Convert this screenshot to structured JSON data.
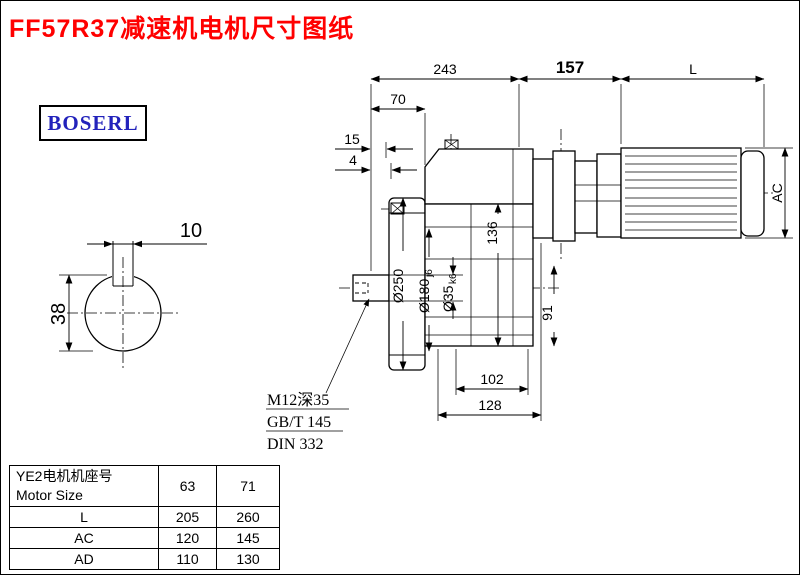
{
  "page": {
    "title": "FF57R37减速机电机尺寸图纸",
    "brand": "BOSERL"
  },
  "colors": {
    "title_red": "#ff0000",
    "brand_blue": "#2222bb",
    "line_black": "#000000"
  },
  "drawing": {
    "dims": {
      "d243": "243",
      "d157": "157",
      "dL": "L",
      "d70": "70",
      "d15": "15",
      "d4": "4",
      "dAC": "AC",
      "d136": "136",
      "d91": "91",
      "d102": "102",
      "d128": "128",
      "d250": "Ø250",
      "d180_main": "Ø180",
      "d180_tol": "j6",
      "d35_main": "Ø35",
      "d35_tol": "k6",
      "d10": "10",
      "d38": "38"
    },
    "notes": {
      "tap": "M12深35",
      "gb": "GB/T 145",
      "din": "DIN 332"
    }
  },
  "table": {
    "header_cn": "YE2电机机座号",
    "header_en": "Motor Size",
    "col_63": "63",
    "col_71": "71",
    "rows": [
      {
        "label": "L",
        "v63": "205",
        "v71": "260"
      },
      {
        "label": "AC",
        "v63": "120",
        "v71": "145"
      },
      {
        "label": "AD",
        "v63": "110",
        "v71": "130"
      }
    ]
  }
}
